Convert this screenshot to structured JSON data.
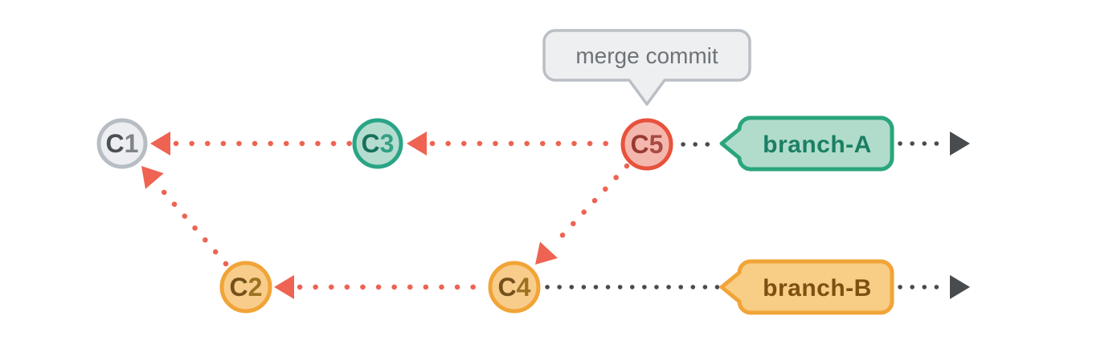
{
  "diagram": {
    "title_hint": "git merge commit graph",
    "tooltip": {
      "text": "merge commit",
      "points_to": "C5"
    },
    "commits": [
      {
        "id": "C1",
        "letter": "C",
        "number": "1",
        "color": "gray",
        "row": "branch-A",
        "role": "root commit"
      },
      {
        "id": "C2",
        "letter": "C",
        "number": "2",
        "color": "orange",
        "row": "branch-B",
        "role": "commit"
      },
      {
        "id": "C3",
        "letter": "C",
        "number": "3",
        "color": "teal",
        "row": "branch-A",
        "role": "commit"
      },
      {
        "id": "C4",
        "letter": "C",
        "number": "4",
        "color": "orange",
        "row": "branch-B",
        "role": "commit"
      },
      {
        "id": "C5",
        "letter": "C",
        "number": "5",
        "color": "red",
        "row": "branch-A",
        "role": "merge commit"
      }
    ],
    "branches": [
      {
        "label": "branch-A",
        "color": "teal",
        "head": "C5"
      },
      {
        "label": "branch-B",
        "color": "orange",
        "head": "C4"
      }
    ],
    "parent_edges": [
      {
        "from": "C3",
        "to": "C1",
        "style": "red-dotted-arrow"
      },
      {
        "from": "C5",
        "to": "C3",
        "style": "red-dotted-arrow"
      },
      {
        "from": "C5",
        "to": "C4",
        "style": "red-dotted-arrow"
      },
      {
        "from": "C4",
        "to": "C2",
        "style": "red-dotted-arrow"
      },
      {
        "from": "C2",
        "to": "C1",
        "style": "red-dotted-arrow"
      }
    ],
    "timelines": [
      {
        "row": "branch-A",
        "style": "dark-dotted-right-arrow"
      },
      {
        "row": "branch-B",
        "style": "dark-dotted-right-arrow"
      }
    ]
  },
  "colors": {
    "edge_red": "#ee6352",
    "edge_dark": "#494c4f",
    "commit_gray_fill": "#eceef1",
    "commit_gray_border": "#b7bdc3",
    "commit_teal_fill": "#b5ddcf",
    "commit_teal_border": "#2aa486",
    "commit_red_fill": "#f4b7ae",
    "commit_red_border": "#e8523c",
    "commit_orange_fill": "#f8cd8c",
    "commit_orange_border": "#f1a437",
    "branch_a_fill": "#b1dccb",
    "branch_a_border": "#2aa57c",
    "branch_a_text": "#1b7f63",
    "branch_b_fill": "#f8cd85",
    "branch_b_border": "#f1a437",
    "branch_b_text": "#7d4f10",
    "tooltip_fill": "#edeff1",
    "tooltip_border": "#babfc5",
    "tooltip_text": "#6e7377",
    "background": "#ffffff"
  }
}
